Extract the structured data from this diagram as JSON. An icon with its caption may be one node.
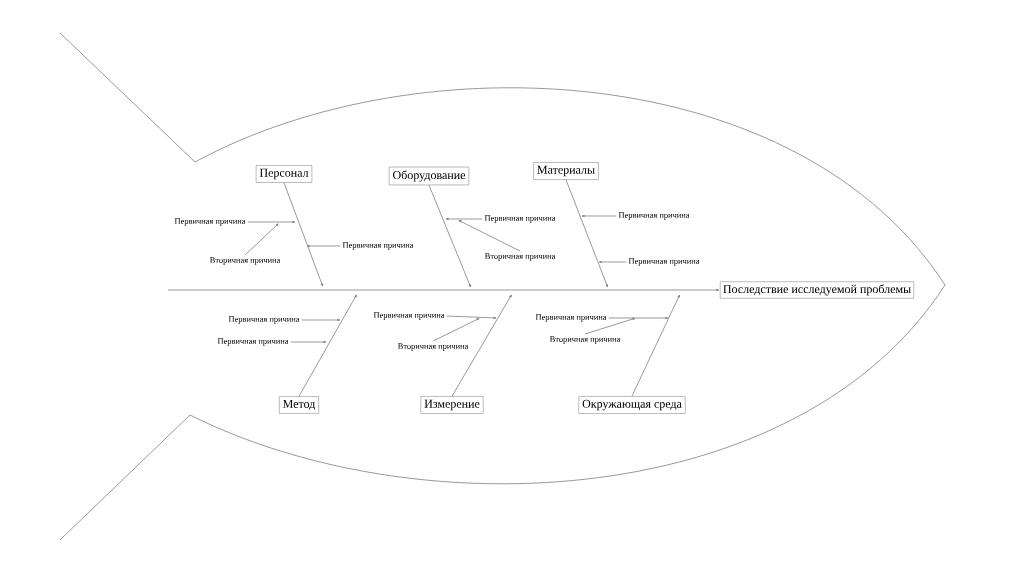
{
  "diagram": {
    "nodes": [
      {
        "text": [
          "Персонал"
        ]
      },
      {
        "text": [
          "Оборудование"
        ]
      },
      {
        "text": [
          "Материалы"
        ]
      },
      {
        "text": [
          "Последствие исследуемой проблемы"
        ]
      },
      {
        "text": [
          "Метод"
        ]
      },
      {
        "text": [
          "Измерение"
        ]
      },
      {
        "text": [
          "Окружающая среда"
        ]
      },
      {
        "text": [
          "Первичная причина"
        ]
      },
      {
        "text": [
          "Вторичная причина"
        ]
      },
      {
        "text": [
          "Первичная причина"
        ]
      },
      {
        "text": [
          "Первичная причина"
        ]
      },
      {
        "text": [
          "Вторичная причина"
        ]
      },
      {
        "text": [
          "Первичная причина"
        ]
      },
      {
        "text": [
          "Первичная причина"
        ]
      },
      {
        "text": [
          "Первичная причина"
        ]
      },
      {
        "text": [
          "Первичная причина"
        ]
      },
      {
        "text": [
          "Первичная причина"
        ]
      },
      {
        "text": [
          "Вторичная причина"
        ]
      },
      {
        "text": [
          "Первичная причина"
        ]
      },
      {
        "text": [
          "Вторичная причина"
        ]
      }
    ],
    "edges": [
      {
        "from": null,
        "to": 3,
        "arrow": "to"
      },
      {
        "from": 0,
        "to": null,
        "arrow": "to"
      },
      {
        "from": 1,
        "to": null,
        "arrow": "to"
      },
      {
        "from": 2,
        "to": null,
        "arrow": "to"
      },
      {
        "from": 4,
        "to": null,
        "arrow": "to"
      },
      {
        "from": 5,
        "to": null,
        "arrow": "to"
      },
      {
        "from": 6,
        "to": null,
        "arrow": "to"
      },
      {
        "from": 7,
        "to": null,
        "arrow": "to"
      },
      {
        "from": 8,
        "to": null,
        "arrow": "to"
      },
      {
        "from": 9,
        "to": null,
        "arrow": "to"
      },
      {
        "from": 10,
        "to": null,
        "arrow": "to"
      },
      {
        "from": 11,
        "to": null,
        "arrow": "to"
      },
      {
        "from": 12,
        "to": null,
        "arrow": "to"
      },
      {
        "from": 13,
        "to": null,
        "arrow": "to"
      },
      {
        "from": 14,
        "to": null,
        "arrow": "to"
      },
      {
        "from": 15,
        "to": null,
        "arrow": "to"
      },
      {
        "from": 16,
        "to": null,
        "arrow": "to"
      },
      {
        "from": 17,
        "to": null,
        "arrow": "to"
      },
      {
        "from": 18,
        "to": null,
        "arrow": "to"
      },
      {
        "from": 19,
        "to": null,
        "arrow": "to"
      }
    ]
  }
}
